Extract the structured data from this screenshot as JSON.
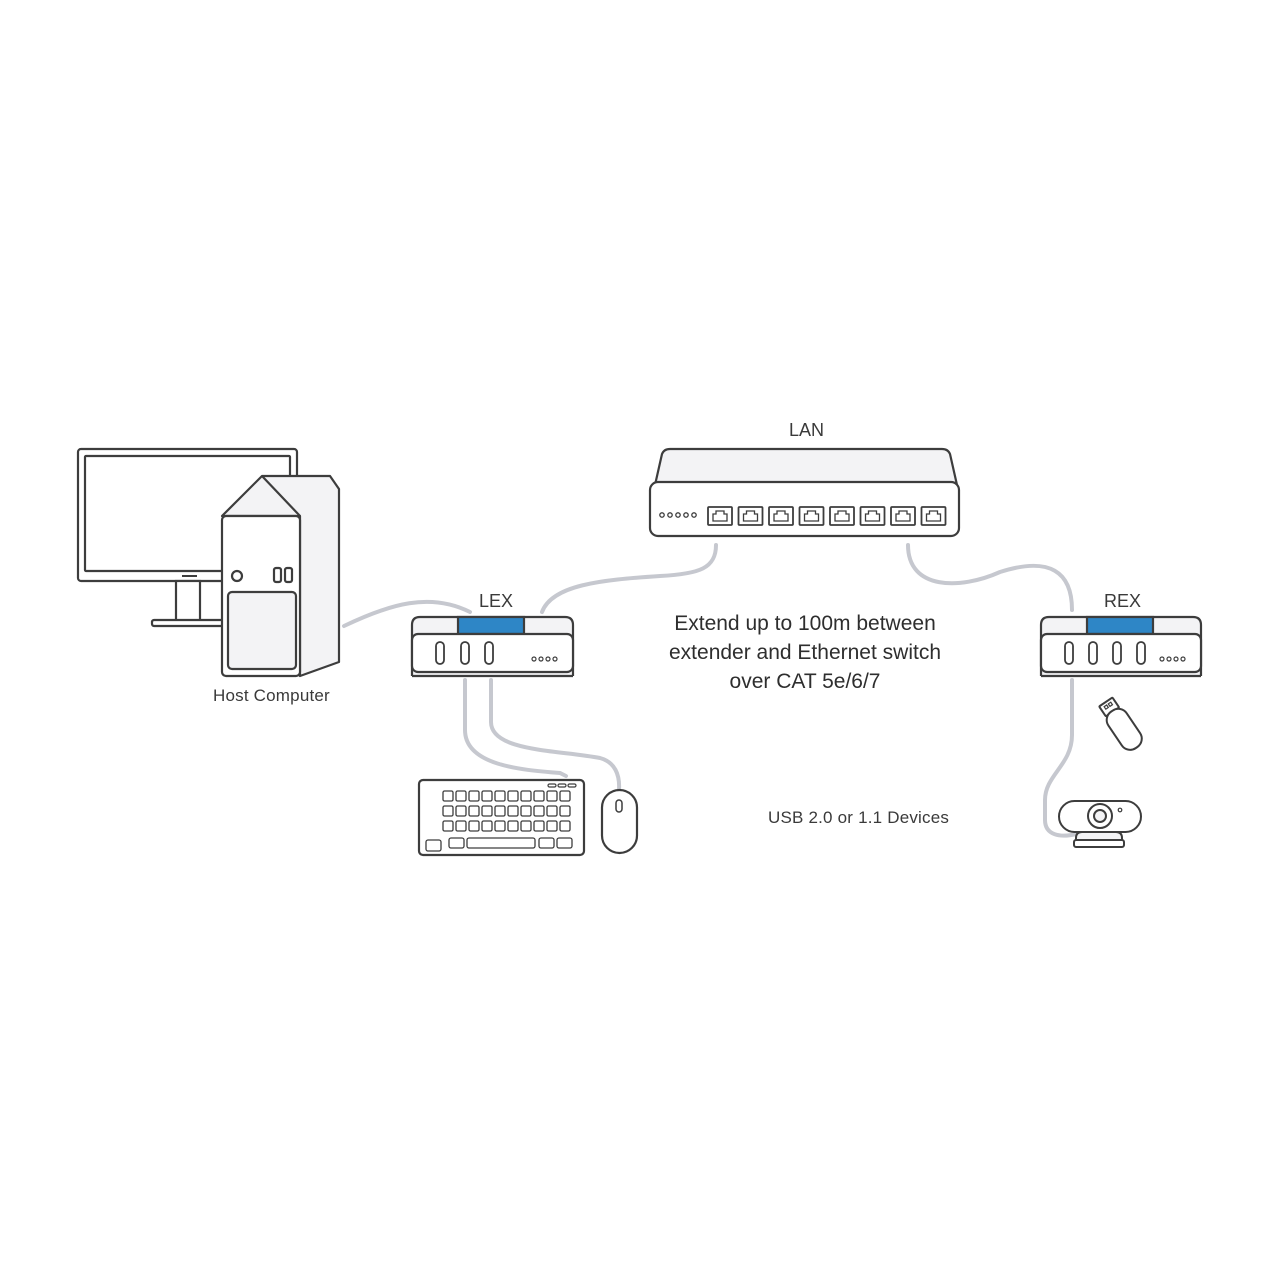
{
  "colors": {
    "outline": "#3d3d3d",
    "cable": "#c6c8cf",
    "accent": "#2e86c6",
    "device_fill": "#ffffff",
    "panel_fill": "#f3f3f5"
  },
  "labels": {
    "lan": "LAN",
    "lex": "LEX",
    "rex": "REX",
    "host": "Host Computer",
    "usb_devices": "USB 2.0 or 1.1 Devices"
  },
  "caption": {
    "lines": [
      "Extend up to 100m between",
      "extender and Ethernet switch",
      "over CAT 5e/6/7"
    ]
  },
  "icons": {
    "monitor": "monitor-icon",
    "tower": "pc-tower-icon",
    "switch": "ethernet-switch-icon",
    "lex": "lex-extender-icon",
    "rex": "rex-extender-icon",
    "keyboard": "keyboard-icon",
    "mouse": "mouse-icon",
    "flash_drive": "usb-flash-drive-icon",
    "webcam": "webcam-icon"
  },
  "switch_ports": 8
}
